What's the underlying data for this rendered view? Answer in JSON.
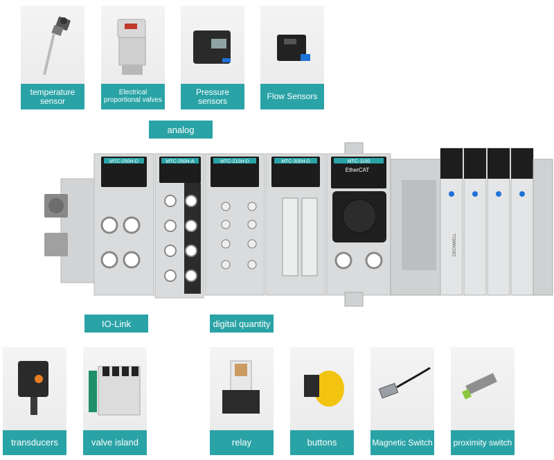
{
  "top_products": [
    {
      "label": "temperature sensor",
      "icon": "temperature-sensor-icon"
    },
    {
      "label": "Electrical proportional valves",
      "icon": "proportional-valve-icon"
    },
    {
      "label": "Pressure sensors",
      "icon": "pressure-sensor-icon"
    },
    {
      "label": "Flow Sensors",
      "icon": "flow-sensor-icon"
    }
  ],
  "tags": {
    "analog": "analog",
    "io_link": "IO-Link",
    "digital": "digital quantity"
  },
  "modules": {
    "m1": "MTC-250H-D",
    "m2": "MTC-250H-A",
    "m3": "MTC-210H-D",
    "m4": "MTC-300H-D",
    "m5": "MTC-1100",
    "ethercat": "EtherCAT",
    "valve_brand": "DECNWELL"
  },
  "bottom_products": [
    {
      "label": "transducers",
      "icon": "transducer-icon"
    },
    {
      "label": "valve island",
      "icon": "valve-island-icon"
    },
    {
      "label": "relay",
      "icon": "relay-icon"
    },
    {
      "label": "buttons",
      "icon": "button-icon"
    },
    {
      "label": "Magnetic Switch",
      "icon": "magnetic-switch-icon"
    },
    {
      "label": "proximity switch",
      "icon": "proximity-switch-icon"
    }
  ],
  "colors": {
    "accent": "#2aa3a6",
    "module_gray": "#d7d9da",
    "dark": "#2b2b2b"
  }
}
